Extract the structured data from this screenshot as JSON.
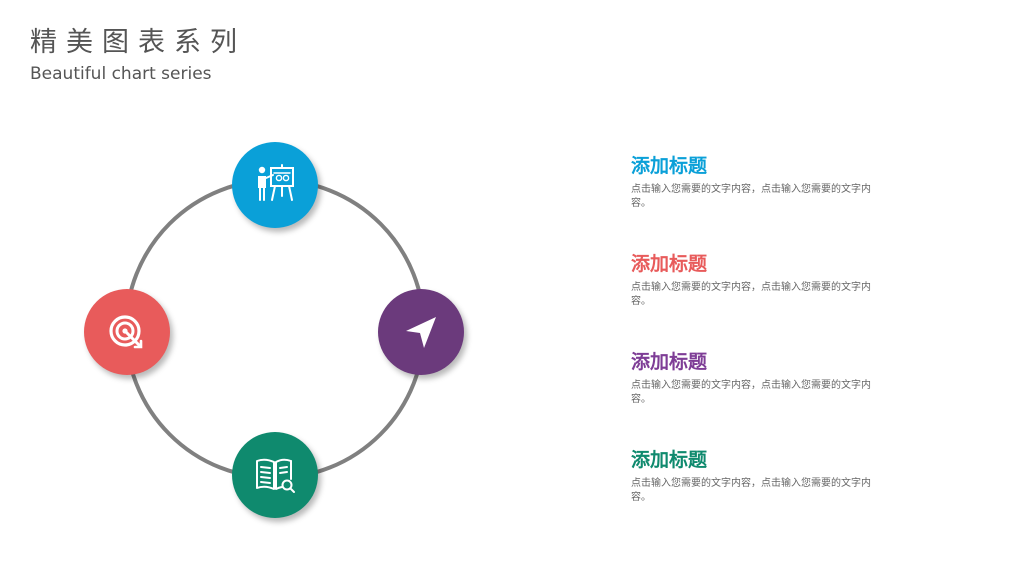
{
  "header": {
    "title": "精美图表系列",
    "subtitle": "Beautiful chart series"
  },
  "colors": {
    "blue": "#0aa0d8",
    "red": "#e85b5b",
    "purple": "#6b3a7c",
    "green": "#0f8a6e",
    "ring": "#808080"
  },
  "nodes": [
    {
      "position": "top",
      "icon": "presenter-board-icon",
      "color": "#0aa0d8"
    },
    {
      "position": "right",
      "icon": "navigation-arrow-icon",
      "color": "#6b3a7c"
    },
    {
      "position": "bottom",
      "icon": "book-search-icon",
      "color": "#0f8a6e"
    },
    {
      "position": "left",
      "icon": "target-icon",
      "color": "#e85b5b"
    }
  ],
  "entries": [
    {
      "title": "添加标题",
      "text": "点击输入您需要的文字内容，点击输入您需要的文字内容。",
      "color": "#0aa0d8"
    },
    {
      "title": "添加标题",
      "text": "点击输入您需要的文字内容，点击输入您需要的文字内容。",
      "color": "#e85b5b"
    },
    {
      "title": "添加标题",
      "text": "点击输入您需要的文字内容，点击输入您需要的文字内容。",
      "color": "#7e3d96"
    },
    {
      "title": "添加标题",
      "text": "点击输入您需要的文字内容，点击输入您需要的文字内容。",
      "color": "#0f8a6e"
    }
  ]
}
